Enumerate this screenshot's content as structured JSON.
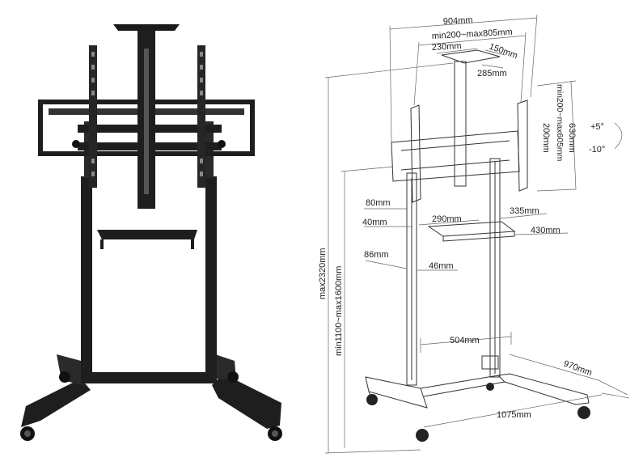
{
  "colors": {
    "stand": "#1e1e1e",
    "stand_light": "#2e2e2e",
    "line_drawing": "#333333",
    "dimension_line": "#555555",
    "background": "#ffffff"
  },
  "photo": {
    "description_icon": "tv-stand-photo"
  },
  "dimensions": {
    "overall_width": "904mm",
    "bracket_width_range": "min200~max805mm",
    "top_shelf_width": "230mm",
    "top_shelf_depth": "150mm",
    "top_shelf_offset": "285mm",
    "bracket_height": "630mm",
    "bracket_height_range": "min200~max605mm",
    "bracket_min": "200mm",
    "tilt_up": "+5°",
    "tilt_down": "-10°",
    "max_height": "max2320mm",
    "height_range": "min1100~max1600mm",
    "gap_a": "80mm",
    "gap_b": "40mm",
    "shelf_width": "290mm",
    "shelf_depth_a": "335mm",
    "shelf_depth_b": "430mm",
    "column_a": "86mm",
    "column_b": "46mm",
    "column_spacing": "504mm",
    "base_depth": "970mm",
    "base_width": "1075mm"
  }
}
